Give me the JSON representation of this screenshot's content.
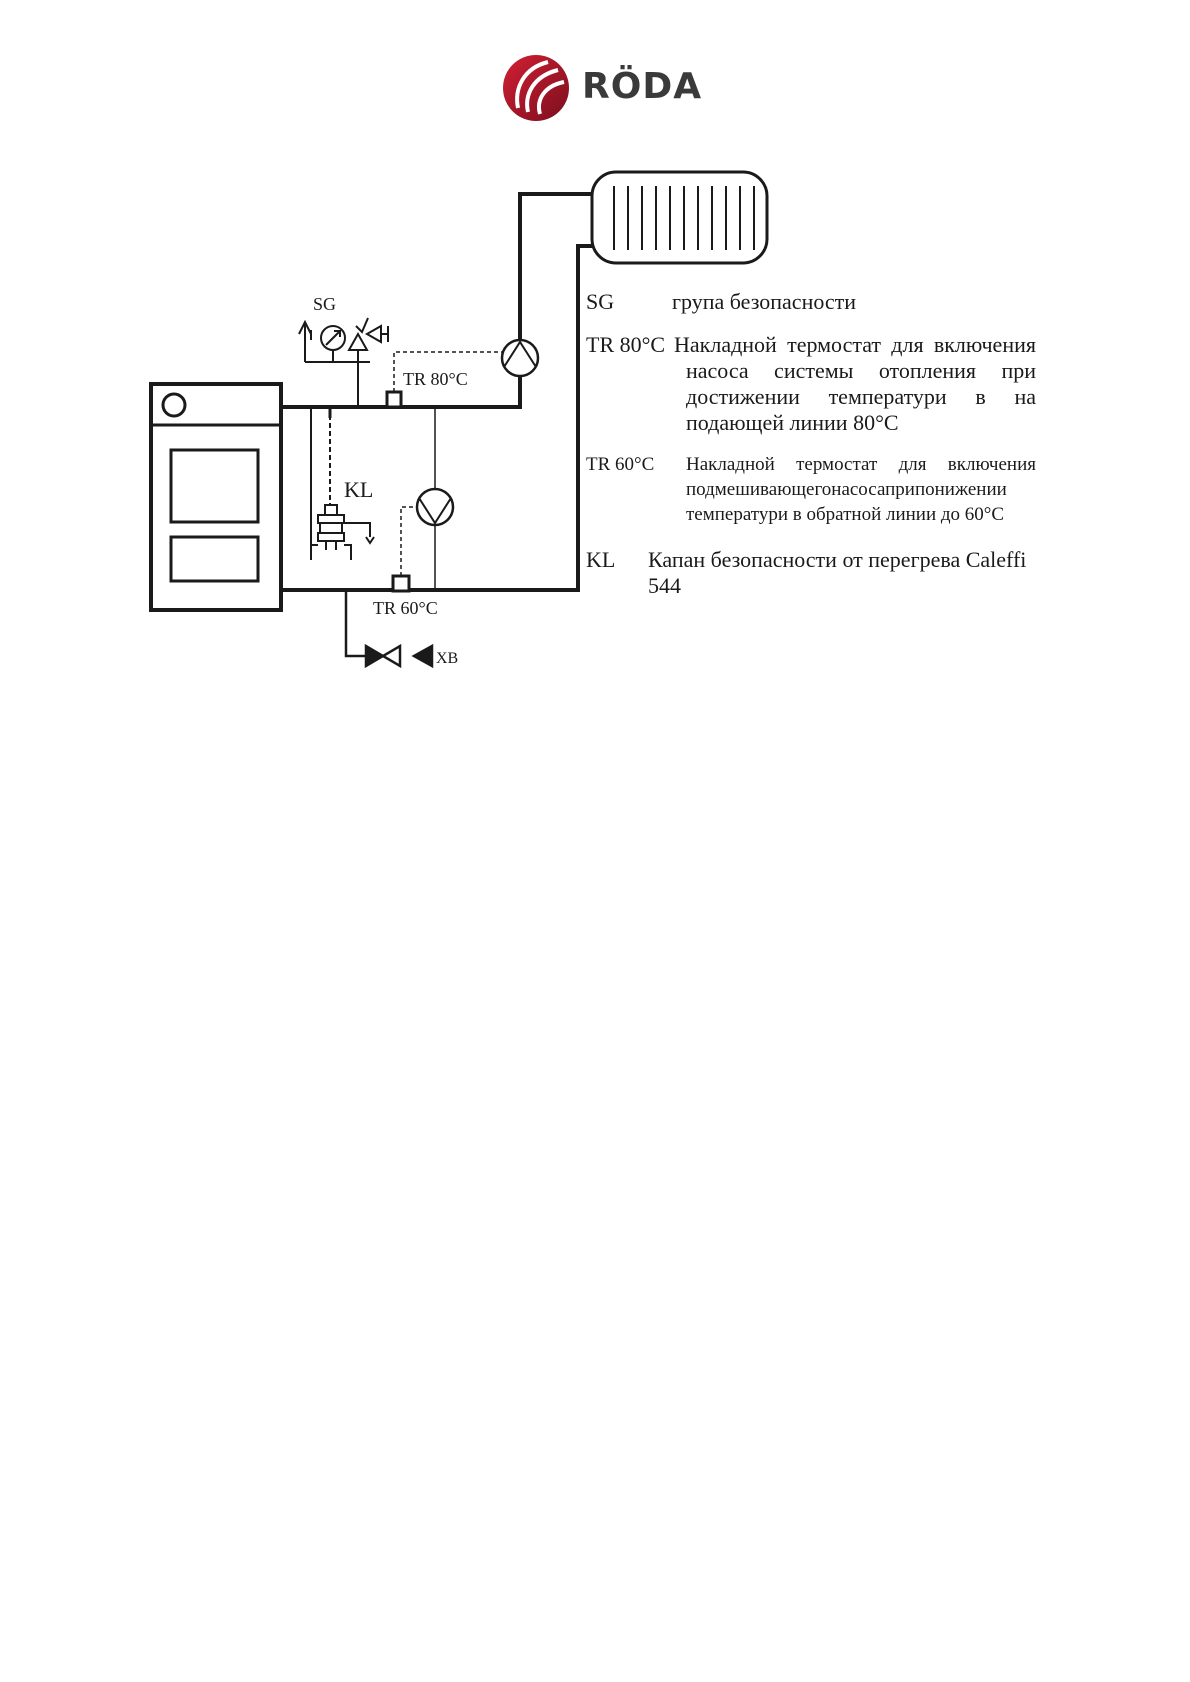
{
  "brand": {
    "name": "RÖDA"
  },
  "diagram": {
    "labels": {
      "sg": "SG",
      "tr80": "TR 80°C",
      "kl": "KL",
      "tr60": "TR 60°C",
      "xb": "ХВ"
    }
  },
  "legend": [
    {
      "code": "SG",
      "text": "група безопасности"
    },
    {
      "code": "TR 80°C",
      "text": "Накладной термостат для включения насоса системы отопления при достижении температури в на подающей линии 80°C"
    },
    {
      "code": "TR 60°C",
      "text": "Накладной термостат для включения подмешивающегонасосаприпонижении температури в обратной линии до 60°C"
    },
    {
      "code": "KL",
      "text": "Капан безопасности от перегрева Caleffi 544"
    }
  ],
  "colors": {
    "brand_red": "#b8192b",
    "brand_dark_red": "#7a0f1e",
    "line": "#1a1a1a"
  }
}
